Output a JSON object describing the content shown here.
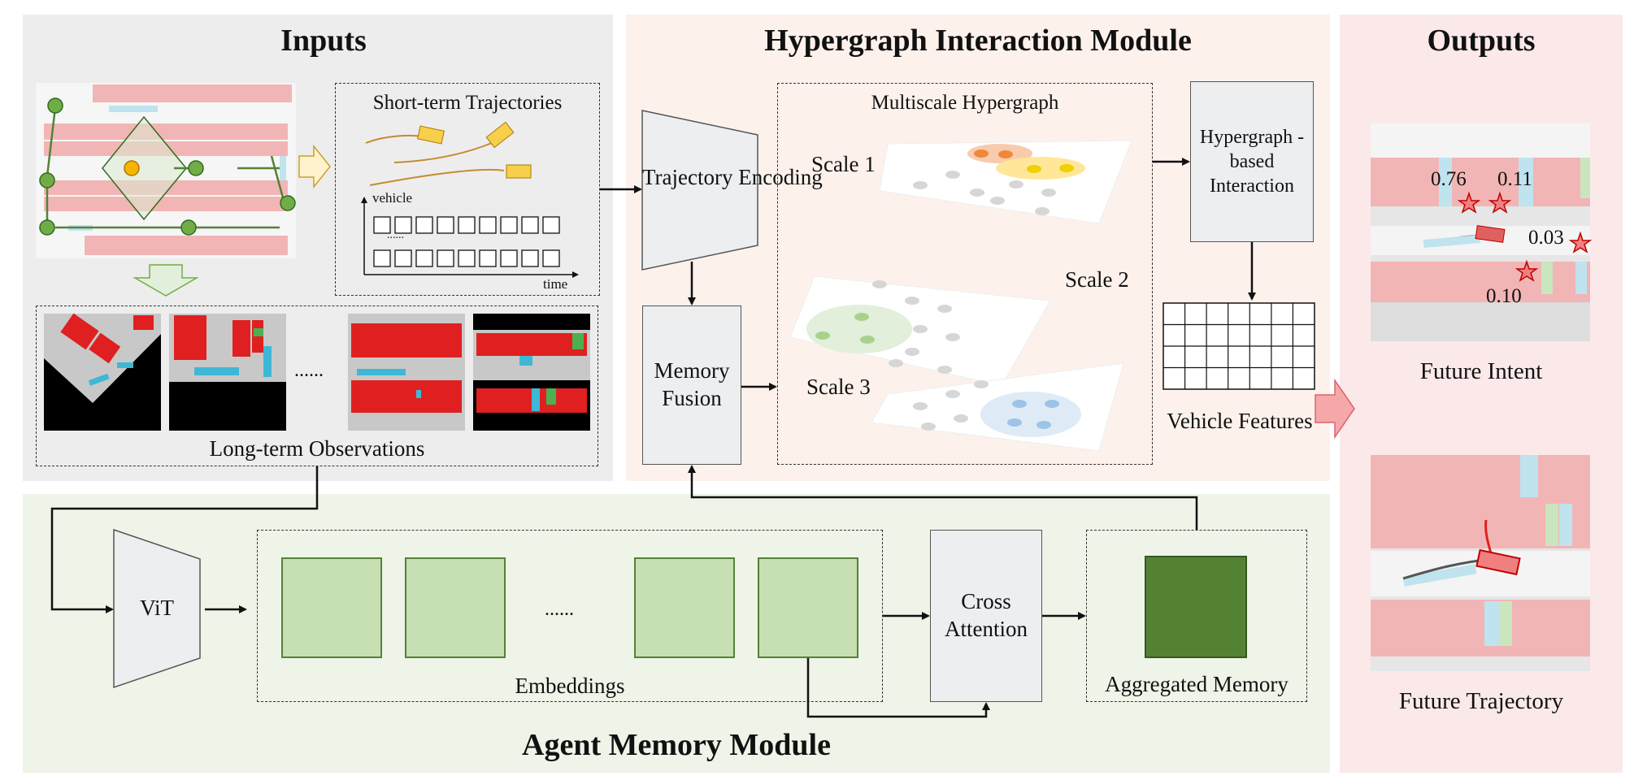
{
  "inputs": {
    "title": "Inputs",
    "short_term_title": "Short-term Trajectories",
    "axis_vehicle": "vehicle",
    "axis_time": "time",
    "dots_small": "......",
    "dots": "......",
    "long_term_title": "Long-term Observations"
  },
  "hypergraph": {
    "title": "Hypergraph Interaction Module",
    "trajectory_encoding": "Trajectory Encoding",
    "memory_fusion": "Memory Fusion",
    "multiscale_title": "Multiscale Hypergraph",
    "scale1": "Scale 1",
    "scale2": "Scale 2",
    "scale3": "Scale 3",
    "interaction": "Hypergraph -based Interaction",
    "vehicle_features": "Vehicle Features"
  },
  "outputs": {
    "title": "Outputs",
    "probs": [
      "0.76",
      "0.11",
      "0.03",
      "0.10"
    ],
    "future_intent": "Future Intent",
    "future_trajectory": "Future Trajectory"
  },
  "memory": {
    "title": "Agent Memory Module",
    "vit": "ViT",
    "dots": "......",
    "embeddings": "Embeddings",
    "cross_attention": "Cross Attention",
    "aggregated_memory": "Aggregated Memory"
  },
  "colors": {
    "inputs_bg": "#ededed",
    "hyper_bg": "#fdf1ec",
    "outputs_bg": "#fbe9ea",
    "memory_bg": "#eef4e7",
    "embedding_fill": "#c6e0b4",
    "aggregated_fill": "#548235",
    "parking_red": "#e02020",
    "parking_cyan": "#3fb8d6"
  }
}
